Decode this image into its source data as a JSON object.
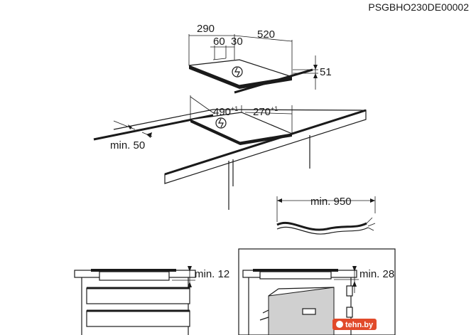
{
  "diagram_code": "PSGBHO230DE00002",
  "dims": {
    "depth_290": "290",
    "width_520": "520",
    "dim_60": "60",
    "dim_30": "30",
    "height_51": "51",
    "cutout_490": "490",
    "cutout_490_tol": "+1",
    "cutout_270": "270",
    "cutout_270_tol": "+1",
    "min_50": "min. 50",
    "min_950": "min. 950",
    "min_12": "min. 12",
    "min_28": "min. 28"
  },
  "watermark": "tehn.by"
}
